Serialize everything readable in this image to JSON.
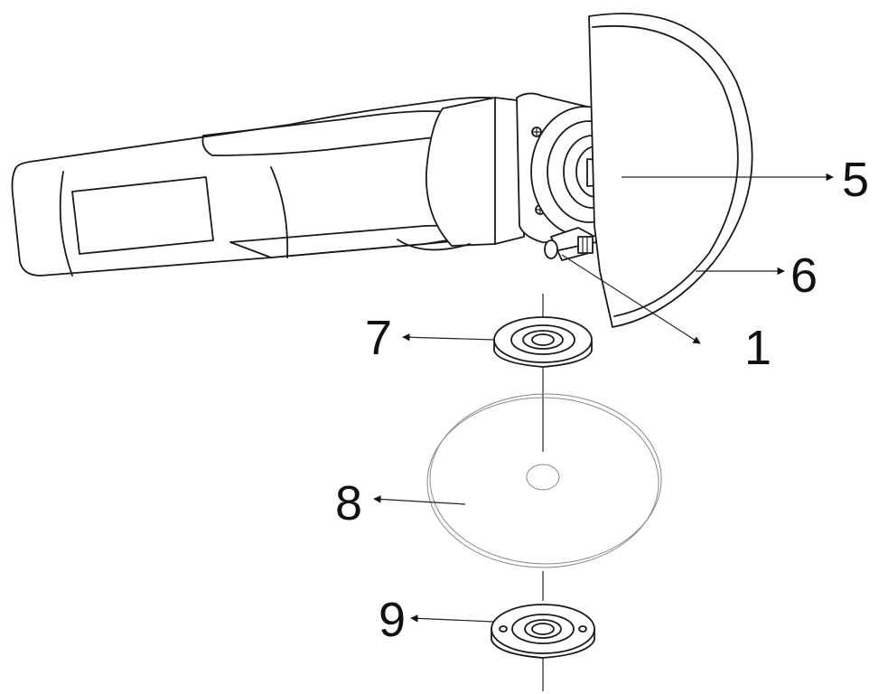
{
  "figure": {
    "callouts": [
      {
        "id": "label-1",
        "text": "1"
      },
      {
        "id": "label-5",
        "text": "5"
      },
      {
        "id": "label-6",
        "text": "6"
      },
      {
        "id": "label-7",
        "text": "7"
      },
      {
        "id": "label-8",
        "text": "8"
      },
      {
        "id": "label-9",
        "text": "9"
      }
    ],
    "parts": [
      {
        "name": "angle-grinder-body"
      },
      {
        "name": "spindle"
      },
      {
        "name": "wheel-guard"
      },
      {
        "name": "guard-clamp-screw"
      },
      {
        "name": "inner-flange"
      },
      {
        "name": "grinding-disc"
      },
      {
        "name": "outer-flange-nut"
      }
    ],
    "colors": {
      "line": "#1a1a1a",
      "background": "#ffffff"
    }
  }
}
